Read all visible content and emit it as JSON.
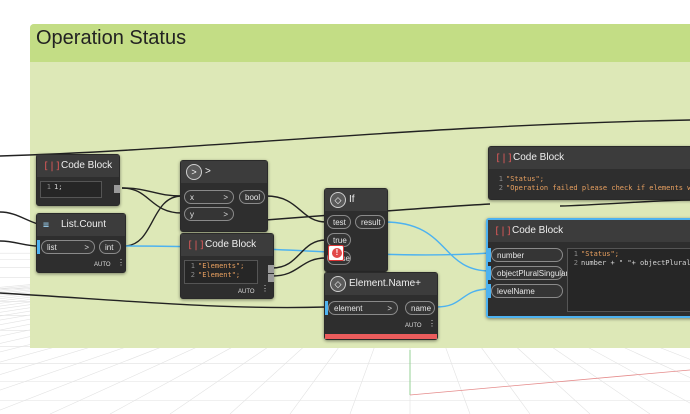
{
  "group": {
    "title": "Operation Status"
  },
  "nodes": {
    "code_block_1": {
      "title": "Code Block",
      "lines": [
        {
          "n": "1",
          "t": "1;"
        }
      ]
    },
    "list_count": {
      "title": "List.Count",
      "input": "list",
      "output": "int",
      "lacing": "AUTO"
    },
    "greater": {
      "title": ">",
      "icon": ">",
      "inputs": [
        "x",
        "y"
      ],
      "output": "bool"
    },
    "code_block_2": {
      "title": "Code Block",
      "lines": [
        {
          "n": "1",
          "t": "\"Elements\";"
        },
        {
          "n": "2",
          "t": "\"Element\";"
        }
      ],
      "lacing": "AUTO"
    },
    "if_node": {
      "title": "If",
      "inputs": [
        "test",
        "true",
        "false"
      ],
      "output": "result"
    },
    "element_name": {
      "title": "Element.Name+",
      "input": "element",
      "output": "name",
      "lacing": "AUTO"
    },
    "code_block_3": {
      "title": "Code Block",
      "lines": [
        {
          "n": "1",
          "t": "\"Status\";"
        },
        {
          "n": "2",
          "t": "\"Operation failed please check if elements w"
        }
      ]
    },
    "code_block_4": {
      "title": "Code Block",
      "inputs": [
        "number",
        "objectPluralSingular",
        "levelName"
      ],
      "lines": [
        {
          "n": "1",
          "t": "\"Status\";"
        },
        {
          "n": "2",
          "t": "number + \" \"+ objectPlural"
        }
      ]
    }
  },
  "warning": {
    "icon": "warning-icon",
    "symbol": "!"
  },
  "colors": {
    "group_body": "#dde8b7",
    "group_header": "#c3dd85",
    "wire_selected": "#4db2f0",
    "error": "#eb5c5c"
  }
}
